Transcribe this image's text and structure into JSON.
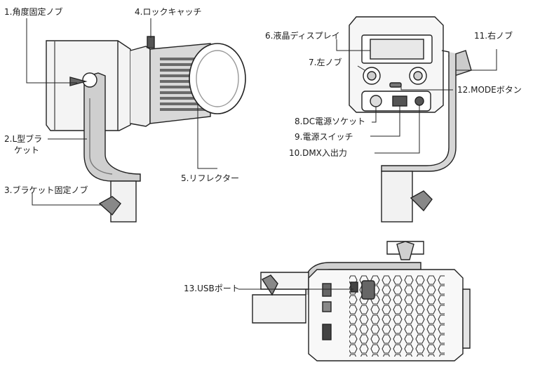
{
  "labels": {
    "l1": "1.角度固定ノブ",
    "l2a": "2.L型ブラ",
    "l2b": "ケット",
    "l3": "3.ブラケット固定ノブ",
    "l4": "4.ロックキャッチ",
    "l5": "5.リフレクター",
    "l6": "6.液晶ディスプレイ",
    "l7": "7.左ノブ",
    "l8": "8.DC電源ソケット",
    "l9": "9.電源スイッチ",
    "l10": "10.DMX入出力",
    "l11": "11.右ノブ",
    "l12": "12.MODEボタン",
    "l13": "13.USBポート"
  }
}
